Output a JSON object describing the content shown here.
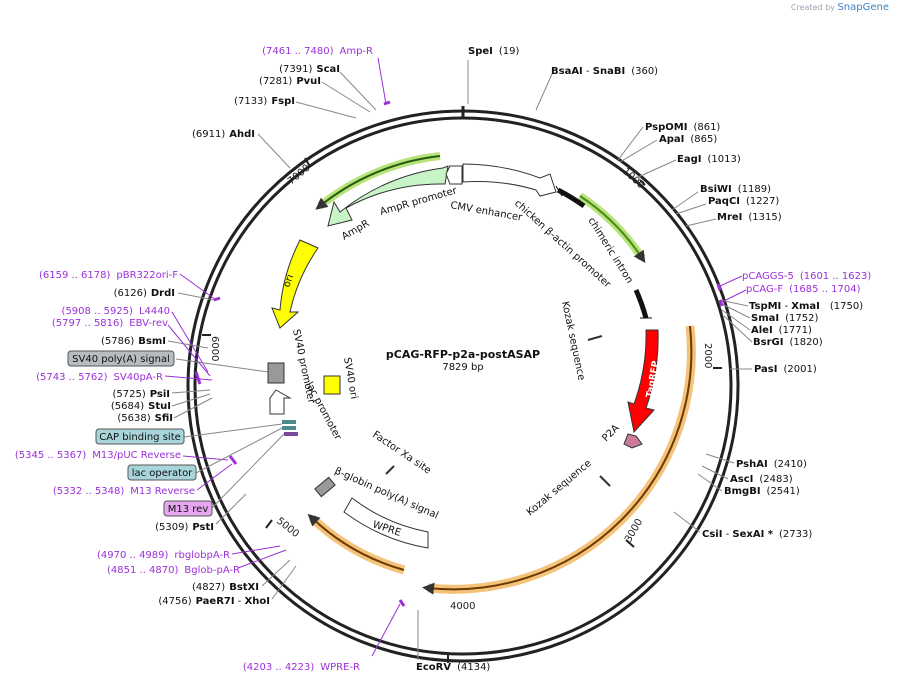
{
  "app": {
    "credit_prefix": "Created by",
    "credit_brand": "SnapGene"
  },
  "plasmid": {
    "name": "pCAG-RFP-p2a-postASAP",
    "length_label": "7829 bp",
    "length": 7829
  },
  "ticks": [
    "1000",
    "2000",
    "3000",
    "4000",
    "5000",
    "6000",
    "7000"
  ],
  "colors": {
    "backbone": "#222222",
    "site": "#111111",
    "primer": "#9b30d9",
    "promoter_fill": "#ffffff",
    "ampr_fill": "#c8f5c8",
    "ori_fill": "#ffff00",
    "tagrfp_fill": "#ff0000",
    "p2a_fill": "#cc7a99",
    "highlight_orange": "#f5c27a",
    "highlight_green": "#b8e37a",
    "lac_operator_badge": "#a7d5d9",
    "sv40_badge": "#b7bcc0",
    "m13rev_badge": "#e7a7f0"
  },
  "sites_right": [
    {
      "name": "SpeI",
      "pos": "(19)"
    },
    {
      "name": "BsaAI",
      "sep": " - ",
      "name2": "SnaBI",
      "pos": "(360)"
    },
    {
      "name": "PspOMI",
      "pos": "(861)"
    },
    {
      "name": "ApaI",
      "pos": "(865)"
    },
    {
      "name": "EagI",
      "pos": "(1013)"
    },
    {
      "name": "BsiWI",
      "pos": "(1189)"
    },
    {
      "name": "PaqCI",
      "pos": "(1227)"
    },
    {
      "name": "MreI",
      "pos": "(1315)"
    },
    {
      "name": "TspMI",
      "sep": " - ",
      "name2": "XmaI",
      "pos": "(1750)"
    },
    {
      "name": "SmaI",
      "pos": "(1752)"
    },
    {
      "name": "AleI",
      "pos": "(1771)"
    },
    {
      "name": "BsrGI",
      "pos": "(1820)"
    },
    {
      "name": "PasI",
      "pos": "(2001)"
    },
    {
      "name": "PshAI",
      "pos": "(2410)"
    },
    {
      "name": "AscI",
      "pos": "(2483)"
    },
    {
      "name": "BmgBI",
      "pos": "(2541)"
    },
    {
      "name": "CsiI",
      "sep": " - ",
      "name2": "SexAI *",
      "pos": "(2733)"
    },
    {
      "name": "EcoRV",
      "pos": "(4134)"
    }
  ],
  "sites_left": [
    {
      "pos": "(7391)",
      "name": "ScaI"
    },
    {
      "pos": "(7281)",
      "name": "PvuI"
    },
    {
      "pos": "(7133)",
      "name": "FspI"
    },
    {
      "pos": "(6911)",
      "name": "AhdI"
    },
    {
      "pos": "(6126)",
      "name": "DrdI"
    },
    {
      "pos": "(5786)",
      "name": "BsmI"
    },
    {
      "pos": "(5725)",
      "name": "PsiI"
    },
    {
      "pos": "(5684)",
      "name": "StuI"
    },
    {
      "pos": "(5638)",
      "name": "SfiI"
    },
    {
      "pos": "(5309)",
      "name": "PstI"
    },
    {
      "pos": "(4827)",
      "name": "BstXI"
    },
    {
      "pos": "(4756)",
      "name": "PaeR7I",
      "sep": " - ",
      "name2": "XhoI"
    }
  ],
  "primers": [
    {
      "range": "(7461 .. 7480)",
      "name": "Amp-R"
    },
    {
      "range": "(6159 .. 6178)",
      "name": "pBR322ori-F"
    },
    {
      "range": "(5908 .. 5925)",
      "name": "L4440"
    },
    {
      "range": "(5797 .. 5816)",
      "name": "EBV-rev"
    },
    {
      "range": "(5743 .. 5762)",
      "name": "SV40pA-R"
    },
    {
      "range": "(5345 .. 5367)",
      "name": "M13/pUC Reverse"
    },
    {
      "range": "(5332 .. 5348)",
      "name": "M13 Reverse"
    },
    {
      "range": "(4970 .. 4989)",
      "name": "rbglobpA-R"
    },
    {
      "range": "(4851 .. 4870)",
      "name": "Bglob-pA-R"
    },
    {
      "range": "(4203 .. 4223)",
      "name": "WPRE-R"
    },
    {
      "name": "pCAGGS-5",
      "range": "(1601 .. 1623)"
    },
    {
      "name": "pCAG-F",
      "range": "(1685 .. 1704)"
    }
  ],
  "badges": [
    {
      "label": "SV40 poly(A) signal"
    },
    {
      "label": "CAP binding site"
    },
    {
      "label": "lac operator"
    },
    {
      "label": "M13 rev"
    }
  ],
  "features": {
    "ampr": "AmpR",
    "ampr_promoter": "AmpR promoter",
    "cmv_enhancer": "CMV enhancer",
    "chicken_promoter": "chicken β-actin promoter",
    "chimeric_intron": "chimeric intron",
    "ori": "ori",
    "sv40_promoter": "SV40 promoter",
    "sv40_ori": "SV40 ori",
    "lac_promoter": "lac promoter",
    "kozak1": "Kozak sequence",
    "tagrfp": "TagRFP",
    "p2a": "P2A",
    "factor_xa": "Factor Xa site",
    "kozak2": "Kozak sequence",
    "bglobin": "β-globin poly(A) signal",
    "wpre": "WPRE"
  }
}
